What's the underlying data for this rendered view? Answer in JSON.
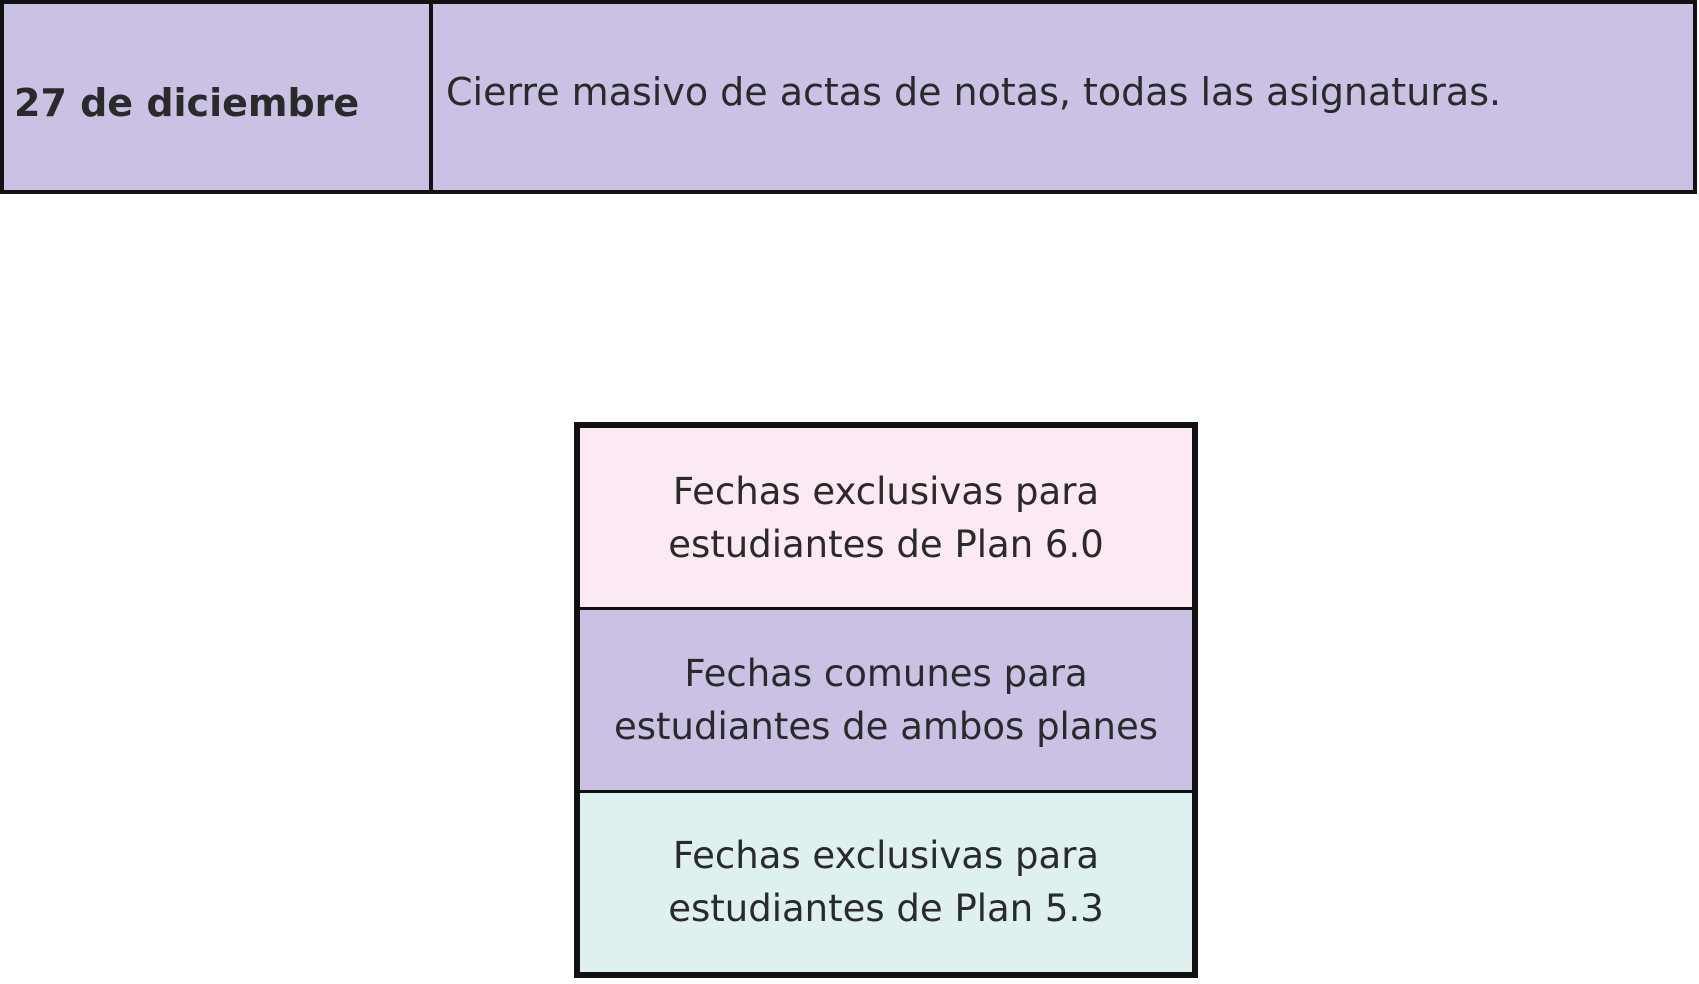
{
  "calendar": {
    "row": {
      "date": "27 de diciembre",
      "description": "Cierre masivo de actas de notas, todas las asignaturas.",
      "background": "#cbc1e4"
    }
  },
  "legend": {
    "items": [
      {
        "label": "Fechas exclusivas para estudiantes de Plan 6.0",
        "color": "#fbe9f4"
      },
      {
        "label": "Fechas comunes para estudiantes de ambos planes",
        "color": "#cbc1e4"
      },
      {
        "label": "Fechas exclusivas para estudiantes de Plan 5.3",
        "color": "#dff0f1"
      }
    ]
  }
}
